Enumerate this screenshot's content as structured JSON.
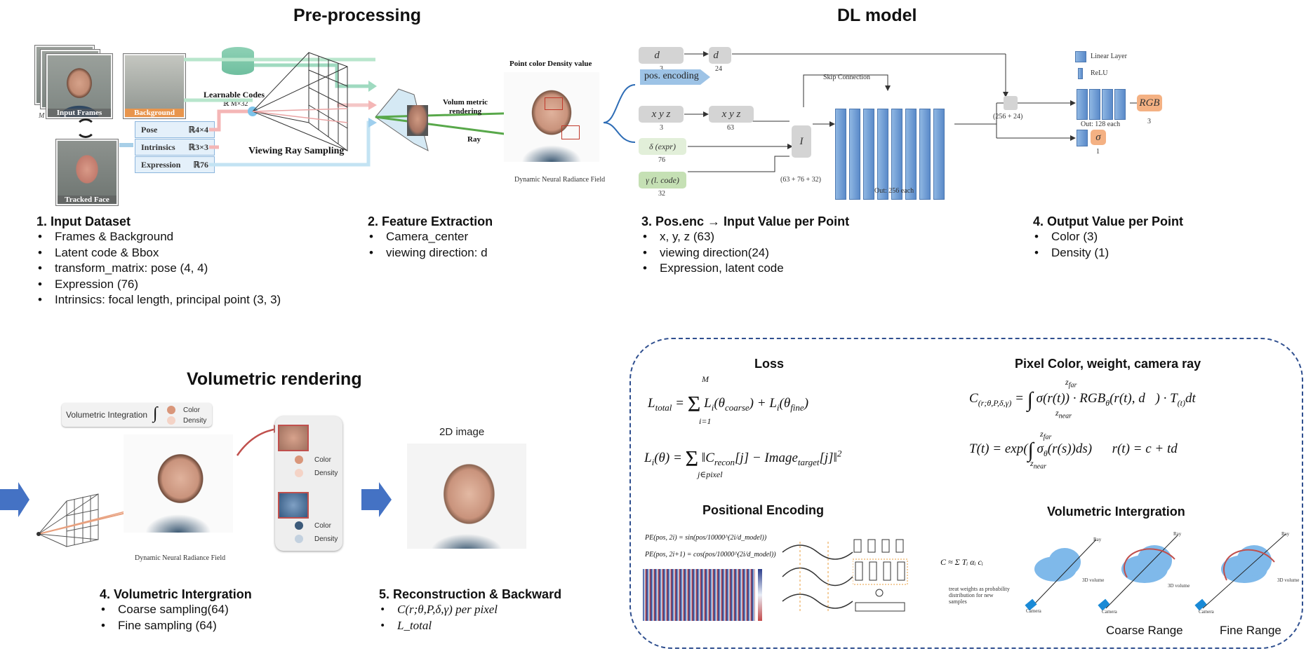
{
  "headings": {
    "preprocessing": "Pre-processing",
    "dl_model": "DL model",
    "volumetric_rendering": "Volumetric rendering"
  },
  "sections": [
    {
      "title": "1. Input Dataset",
      "items": [
        "Frames & Background",
        "Latent code & Bbox",
        "transform_matrix: pose (4, 4)",
        "Expression (76)",
        "Intrinsics: focal length, principal point (3, 3)"
      ]
    },
    {
      "title": "2. Feature Extraction",
      "items": [
        "Camera_center",
        "viewing direction: d"
      ]
    },
    {
      "title": "3. Pos.enc → Input Value per Point",
      "items": [
        "x, y, z (63)",
        "viewing direction(24)",
        "Expression, latent code"
      ]
    },
    {
      "title": "4. Output Value per Point",
      "items": [
        "Color (3)",
        "Density (1)"
      ]
    },
    {
      "title": "4. Volumetric Intergration",
      "items": [
        "Coarse sampling(64)",
        "Fine sampling (64)"
      ]
    },
    {
      "title": "5. Reconstruction & Backward",
      "items": [
        "C(r;θ,P,δ,γ) per pixel",
        "L_total"
      ]
    }
  ],
  "preprocess_fig": {
    "input_frames": "Input Frames",
    "background": "Background",
    "tracked_face": "Tracked Face",
    "m_label": "M",
    "learnable_codes": "Learnable Codes",
    "codes_dim": "ℝ M×32",
    "pose": "Pose",
    "pose_dim": "ℝ4×4",
    "intrinsics": "Intrinsics",
    "intrinsics_dim": "ℝ3×3",
    "expression": "Expression",
    "expression_dim": "ℝ76",
    "viewing_ray": "Viewing Ray Sampling",
    "volum_metric": "Volum metric rendering",
    "ray": "Ray",
    "point_color_density": "Point color Density value",
    "dnrf": "Dynamic Neural Radiance Field"
  },
  "dl_fig": {
    "d_vec": "d⃗",
    "d_num": "3",
    "d2_vec": "d⃗",
    "d2_num": "24",
    "pos_encoding": "pos. encoding",
    "xyz": "x y z",
    "xyz_num": "3",
    "xyz2": "x y z",
    "xyz2_num": "63",
    "delta": "δ (expr)",
    "delta_num": "76",
    "gamma": "γ (l. code)",
    "gamma_num": "32",
    "concat_sym": "I",
    "concat_dim": "(63 + 76 + 32)",
    "skip": "Skip Connection",
    "out256": "Out: 256 each",
    "merge_dim": "(256 + 24)",
    "out128": "Out: 128 each",
    "rgb": "RGB",
    "rgb_num": "3",
    "sigma": "σ",
    "sigma_num": "1",
    "legend_linear": "Linear Layer",
    "legend_relu": "ReLU"
  },
  "volrender_fig": {
    "vol_integration": "Volumetric Integration",
    "color": "Color",
    "density": "Density",
    "dnrf": "Dynamic Neural Radiance Field",
    "img2d": "2D image"
  },
  "panel": {
    "loss": "Loss",
    "pixel_color": "Pixel Color, weight, camera ray",
    "pos_enc": "Positional Encoding",
    "vol_int": "Volumetric Intergration",
    "coarse_range": "Coarse Range",
    "fine_range": "Fine Range",
    "pe_sin": "PE(pos, 2i) = sin(pos/10000^(2i/d_model))",
    "pe_cos": "PE(pos, 2i+1) = cos(pos/10000^(2i/d_model))",
    "c_approx": "C ≈ Σ Tᵢ αᵢ cᵢ",
    "weights_note": "treat weights as probability distribution for new samples",
    "camera": "Camera",
    "ray_lbl": "Ray",
    "vol3d": "3D volume"
  },
  "colors": {
    "accent_blue": "#4472c4",
    "dash_border": "#2f4f8f",
    "layer_blue": "#7eaee0",
    "rgb_orange": "#f4b183"
  }
}
